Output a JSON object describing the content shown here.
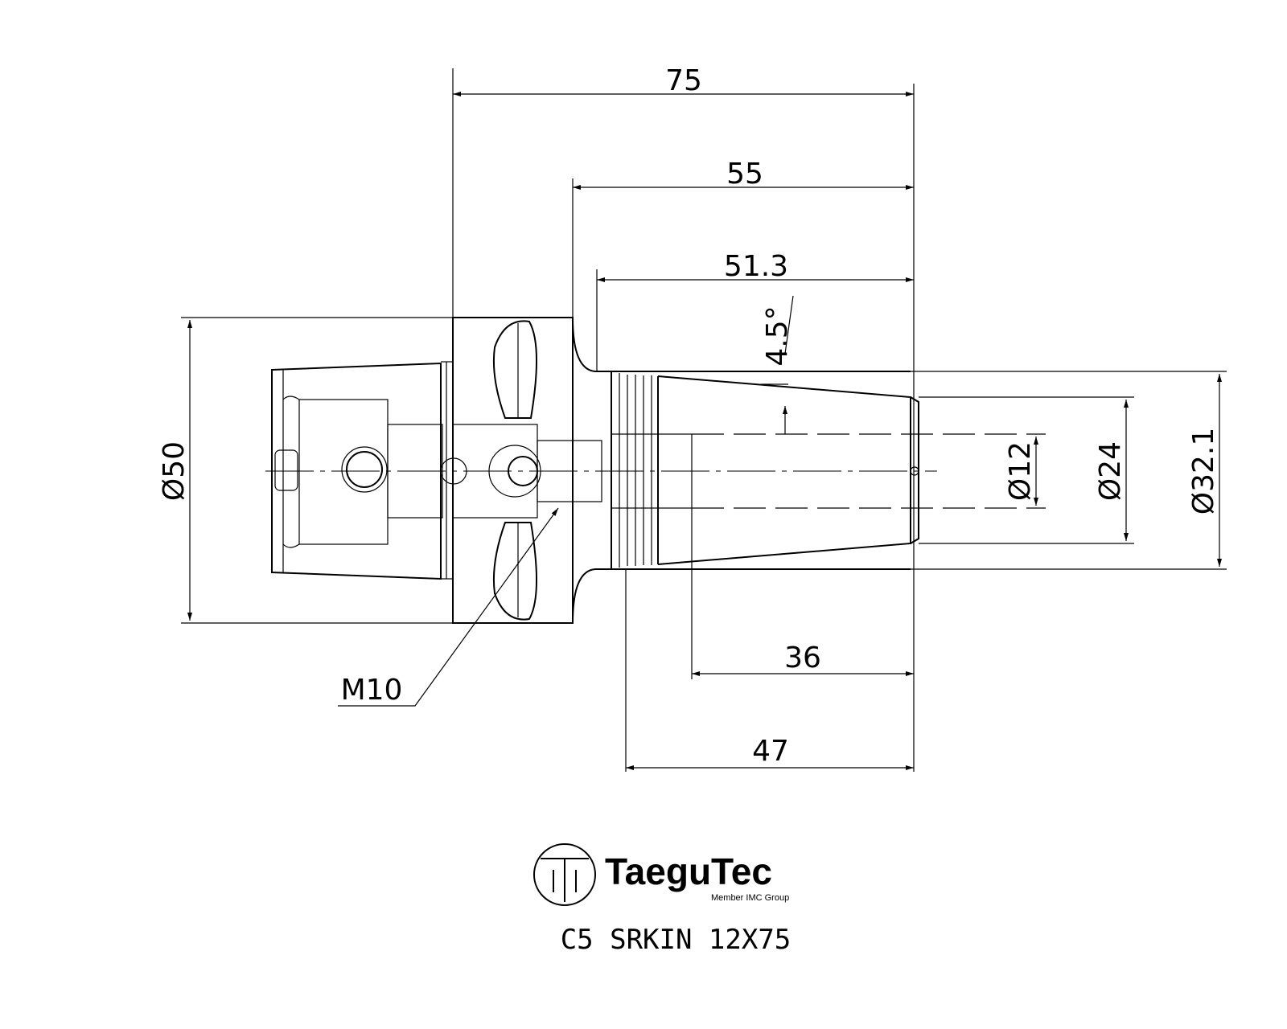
{
  "dimensions": {
    "overall_length": "75",
    "length_55": "55",
    "length_51_3": "51.3",
    "taper_angle": "4.5°",
    "length_36": "36",
    "length_47": "47",
    "dia_50": "Ø50",
    "dia_12": "Ø12",
    "dia_24": "Ø24",
    "dia_32_1": "Ø32.1",
    "thread": "M10"
  },
  "logo": {
    "brand": "TaeguTec",
    "tagline": "Member IMC Group"
  },
  "part_number": "C5 SRKIN 12X75"
}
